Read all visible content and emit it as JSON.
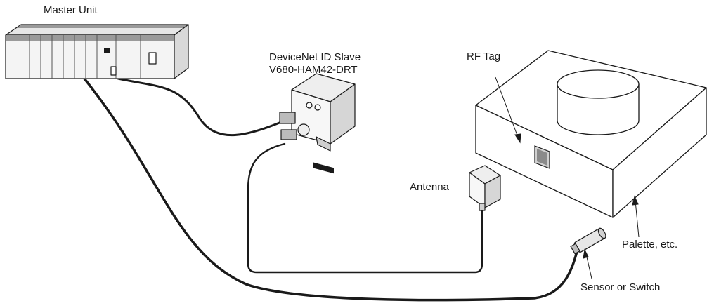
{
  "labels": {
    "master_unit": "Master Unit",
    "slave_line1": "DeviceNet ID Slave",
    "slave_line2": "V680-HAM42-DRT",
    "rf_tag": "RF Tag",
    "antenna": "Antenna",
    "palette": "Palette, etc.",
    "sensor": "Sensor or Switch"
  },
  "colors": {
    "line": "#1a1a1a",
    "unit_fill": "#f4f4f4",
    "unit_shade": "#d9d9d9",
    "unit_top_band": "#9a9a9a"
  }
}
